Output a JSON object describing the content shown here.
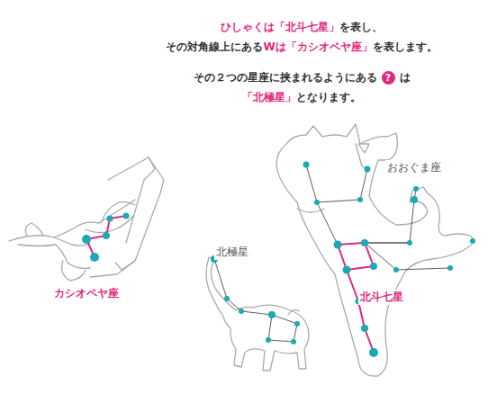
{
  "diagram": {
    "labels": [
      "ひしゃくは「北斗七星」",
      "を表し、",
      "その対角線上にある",
      "Wは「カシオペヤ座」",
      "を表します。",
      "その２つの星座に挟まれるようにある",
      "?",
      "は",
      "「北極星」",
      "となります。",
      "カシオペヤ座",
      "北極星",
      "おおぐま座",
      "北斗七星"
    ]
  }
}
